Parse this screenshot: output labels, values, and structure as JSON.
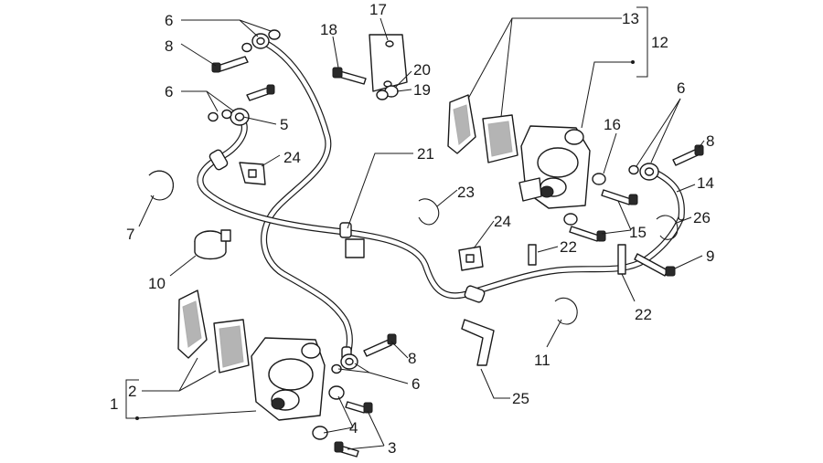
{
  "callouts": [
    {
      "id": "c1",
      "text": "1"
    },
    {
      "id": "c2",
      "text": "2"
    },
    {
      "id": "c3",
      "text": "3"
    },
    {
      "id": "c4",
      "text": "4"
    },
    {
      "id": "c5",
      "text": "5"
    },
    {
      "id": "c6a",
      "text": "6"
    },
    {
      "id": "c6b",
      "text": "6"
    },
    {
      "id": "c6c",
      "text": "6"
    },
    {
      "id": "c6d",
      "text": "6"
    },
    {
      "id": "c7",
      "text": "7"
    },
    {
      "id": "c8a",
      "text": "8"
    },
    {
      "id": "c8b",
      "text": "8"
    },
    {
      "id": "c8c",
      "text": "8"
    },
    {
      "id": "c9",
      "text": "9"
    },
    {
      "id": "c10",
      "text": "10"
    },
    {
      "id": "c11",
      "text": "11"
    },
    {
      "id": "c12",
      "text": "12"
    },
    {
      "id": "c13",
      "text": "13"
    },
    {
      "id": "c14",
      "text": "14"
    },
    {
      "id": "c15",
      "text": "15"
    },
    {
      "id": "c16",
      "text": "16"
    },
    {
      "id": "c17",
      "text": "17"
    },
    {
      "id": "c18",
      "text": "18"
    },
    {
      "id": "c19",
      "text": "19"
    },
    {
      "id": "c20",
      "text": "20"
    },
    {
      "id": "c21",
      "text": "21"
    },
    {
      "id": "c22a",
      "text": "22"
    },
    {
      "id": "c22b",
      "text": "22"
    },
    {
      "id": "c23",
      "text": "23"
    },
    {
      "id": "c24a",
      "text": "24"
    },
    {
      "id": "c24b",
      "text": "24"
    },
    {
      "id": "c25",
      "text": "25"
    },
    {
      "id": "c26",
      "text": "26"
    }
  ]
}
